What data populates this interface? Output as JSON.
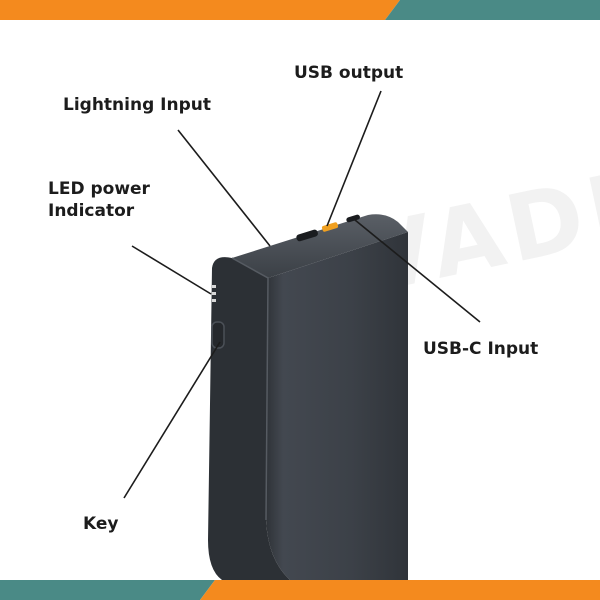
{
  "colors": {
    "band_orange": "#f48a1e",
    "band_teal": "#4a8a86",
    "device_body": "#3d4249",
    "device_edge": "#2a2d32",
    "leader_line": "#1c1c1c"
  },
  "labels": {
    "usb_output": "USB output",
    "lightning_input": "Lightning Input",
    "led_power_indicator_line1": "LED power",
    "led_power_indicator_line2": "Indicator",
    "usbc_input": "USB-C Input",
    "key": "Key"
  },
  "watermark": "NVADI",
  "icons": {
    "device": "power-bank-illustration"
  }
}
